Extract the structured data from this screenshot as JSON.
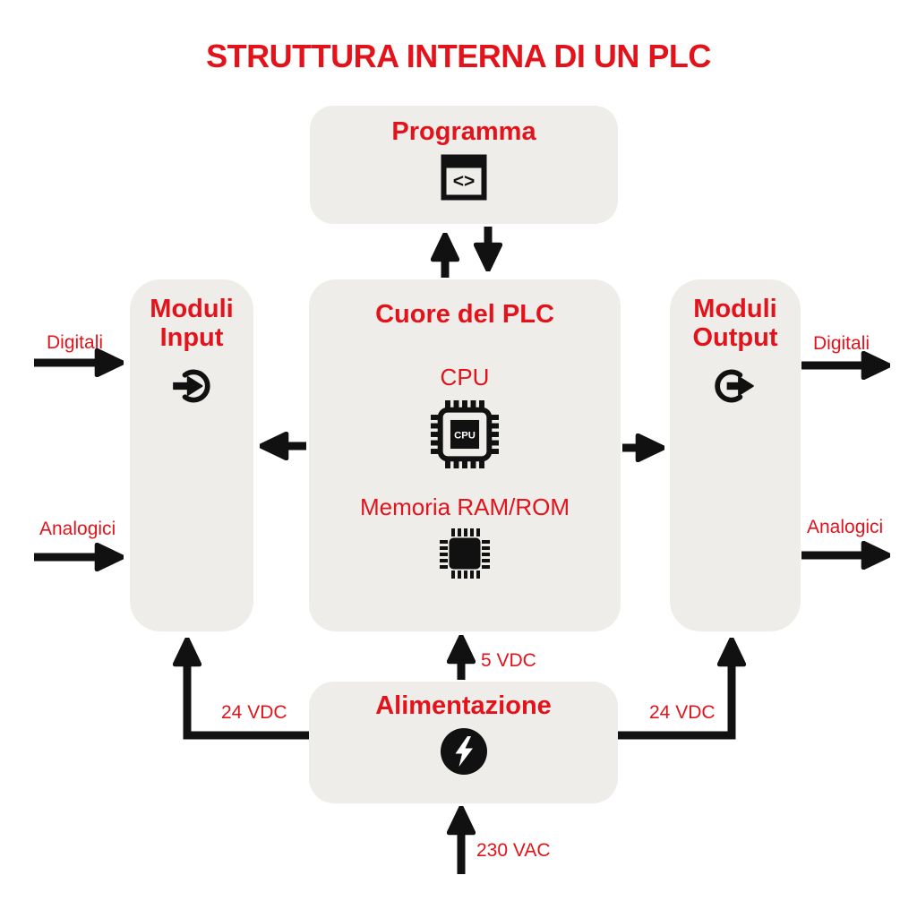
{
  "title": "STRUTTURA INTERNA DI UN PLC",
  "colors": {
    "accent_red": "#e2131b",
    "box_gray": "#eeedea",
    "wire_black": "#111111"
  },
  "boxes": {
    "programma": {
      "label": "Programma",
      "icon": "code-window-icon",
      "icon_glyph": "<>"
    },
    "cuore": {
      "label": "Cuore del PLC",
      "cpu_label": "CPU",
      "cpu_chip_text": "CPU",
      "memoria_label": "Memoria RAM/ROM",
      "icons": [
        "cpu-chip-icon",
        "memory-chip-icon"
      ]
    },
    "moduli_input": {
      "label_line1": "Moduli",
      "label_line2": "Input",
      "icon": "signal-in-icon"
    },
    "moduli_output": {
      "label_line1": "Moduli",
      "label_line2": "Output",
      "icon": "signal-out-icon"
    },
    "alimentazione": {
      "label": "Alimentazione",
      "icon": "lightning-bolt-icon"
    }
  },
  "wire_labels": {
    "input_digitali": "Digitali",
    "input_analogici": "Analogici",
    "output_digitali": "Digitali",
    "output_analogici": "Analogici",
    "vdc_5": "5 VDC",
    "vdc_24_left": "24 VDC",
    "vdc_24_right": "24 VDC",
    "vac_230": "230 VAC"
  }
}
